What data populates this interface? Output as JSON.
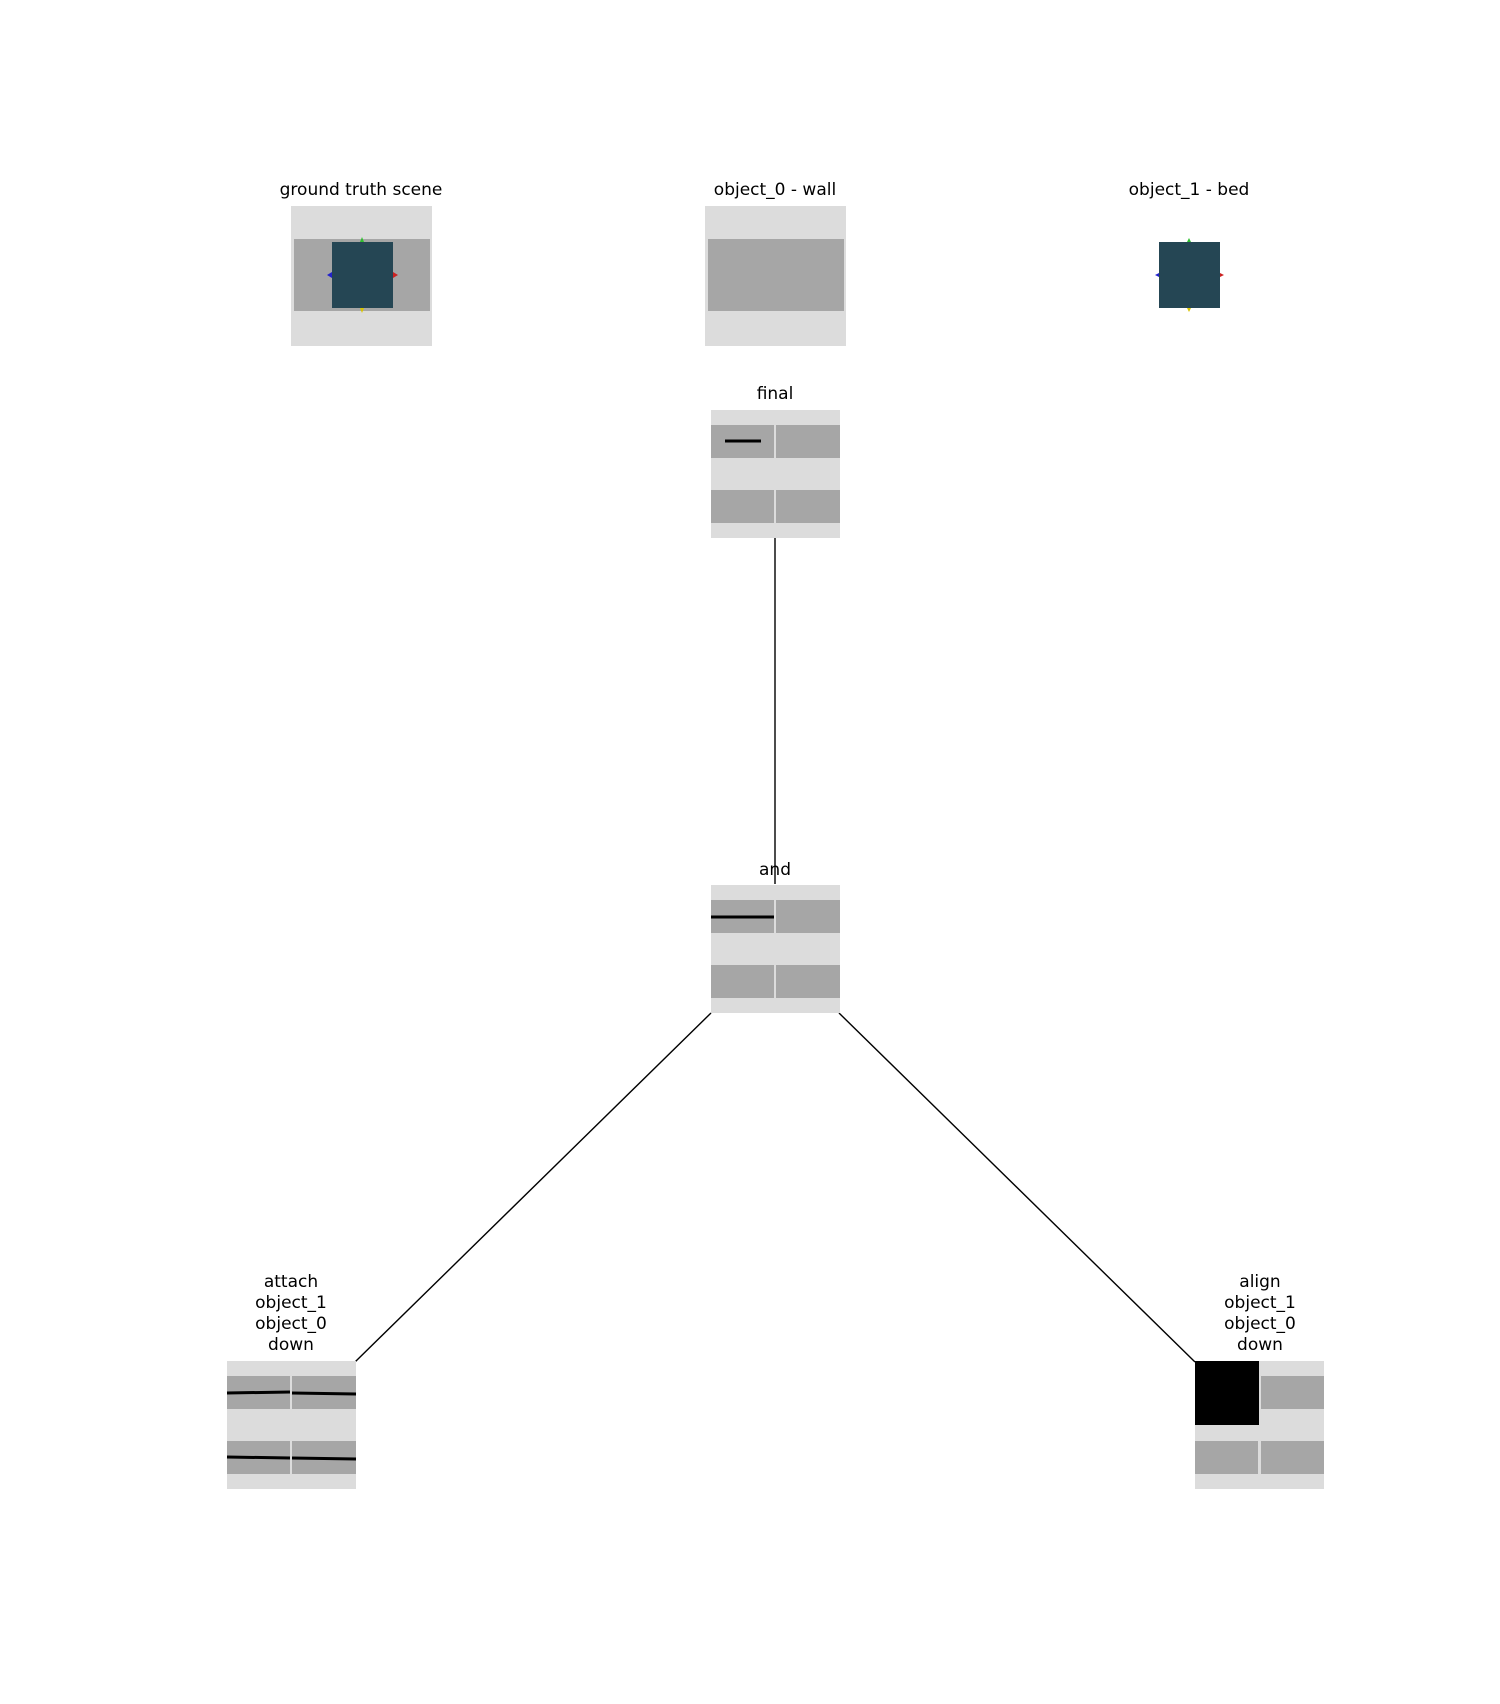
{
  "header_panels": [
    {
      "title": "ground truth scene"
    },
    {
      "title": "object_0 - wall"
    },
    {
      "title": "object_1 - bed"
    }
  ],
  "tree_nodes": {
    "final": {
      "label": "final"
    },
    "and": {
      "label": "and"
    },
    "attach": {
      "lines": [
        "attach",
        "object_1",
        "object_0",
        "down"
      ]
    },
    "align": {
      "lines": [
        "align",
        "object_1",
        "object_0",
        "down"
      ]
    }
  },
  "colors": {
    "background": "#ffffff",
    "panel_light": "#dcdcdc",
    "panel_mid": "#a6a6a6",
    "object_dark": "#254654",
    "edge": "#000000",
    "marker_green": "#2fbf2f",
    "marker_blue": "#2222cc",
    "marker_red": "#cc2222",
    "marker_yellow": "#d8c400"
  }
}
